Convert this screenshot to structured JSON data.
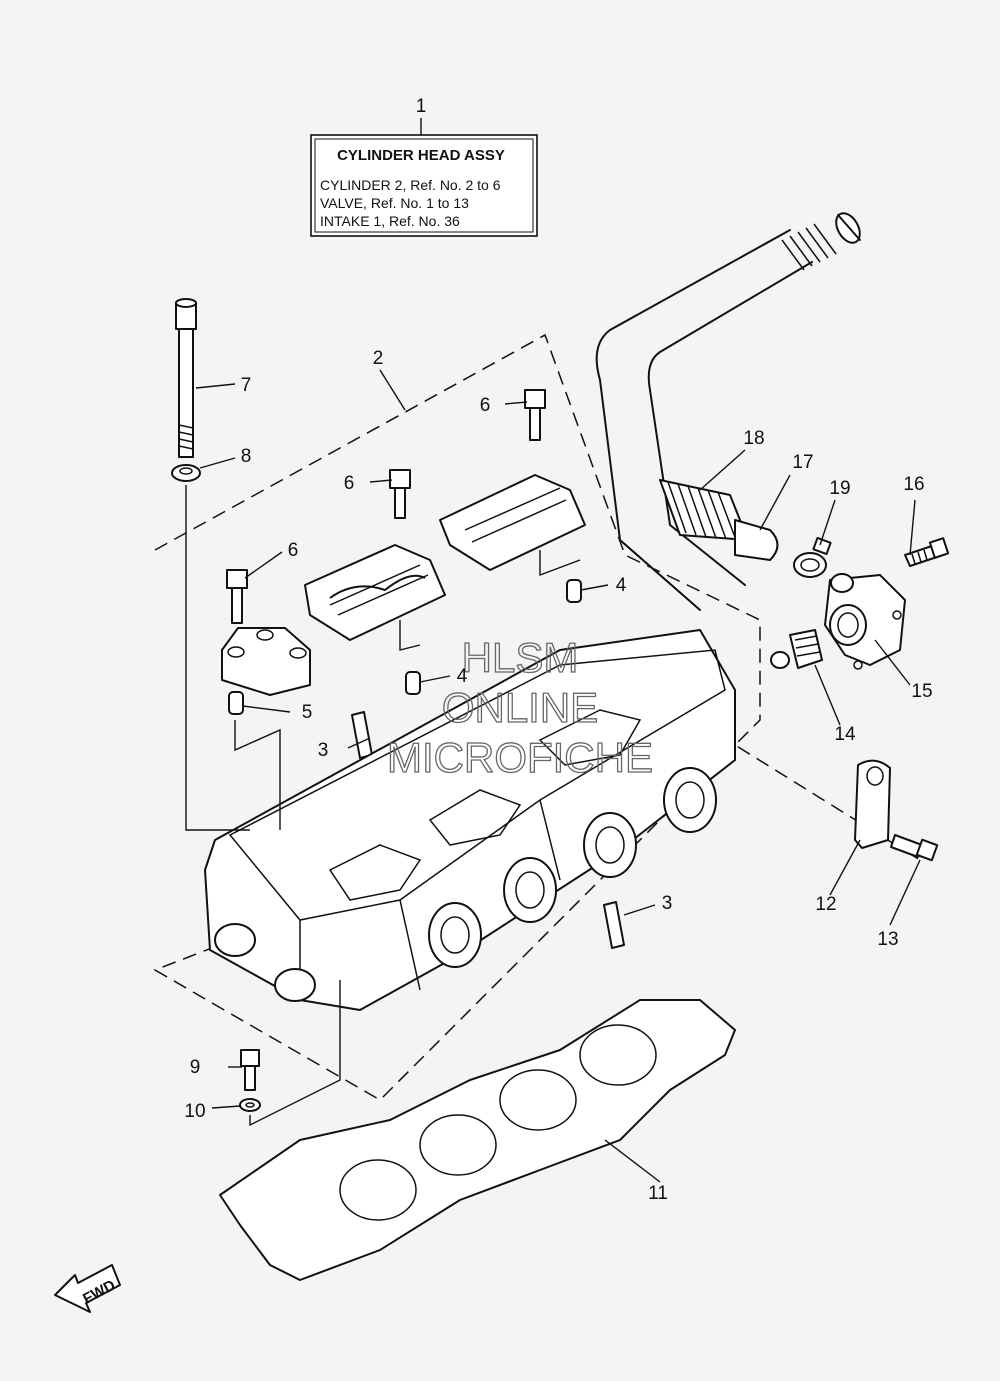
{
  "info_box": {
    "title": "CYLINDER HEAD ASSY",
    "lines": [
      "CYLINDER 2, Ref. No. 2 to 6",
      "VALVE, Ref. No. 1 to 13",
      "INTAKE 1, Ref. No. 36"
    ]
  },
  "callouts": {
    "c1": "1",
    "c2": "2",
    "c3a": "3",
    "c3b": "3",
    "c4a": "4",
    "c4b": "4",
    "c5": "5",
    "c6a": "6",
    "c6b": "6",
    "c6c": "6",
    "c7": "7",
    "c8": "8",
    "c9": "9",
    "c10": "10",
    "c11": "11",
    "c12": "12",
    "c13": "13",
    "c14": "14",
    "c15": "15",
    "c16": "16",
    "c17": "17",
    "c18": "18",
    "c19": "19"
  },
  "watermark": {
    "line1": "HLSM",
    "line2": "ONLINE",
    "line3": "MICROFICHE"
  },
  "direction_marker": {
    "label": "FWD"
  }
}
